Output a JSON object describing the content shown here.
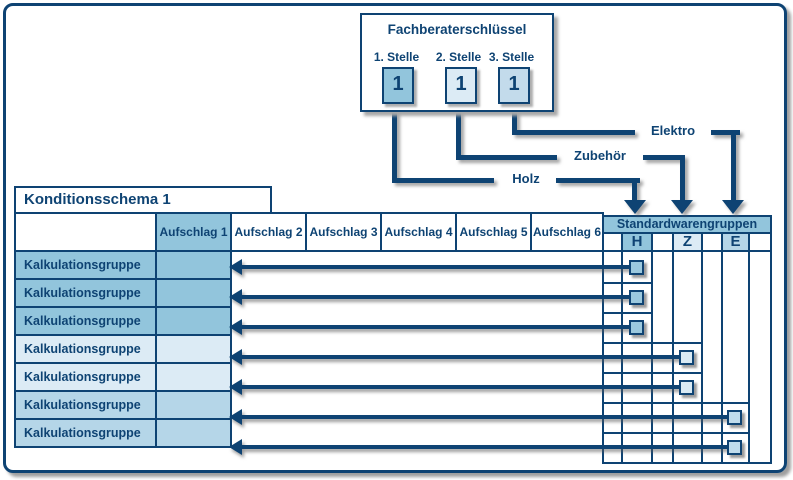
{
  "colors": {
    "navy": "#0e4373",
    "group_h_fill": "#92c5dc",
    "group_z_fill": "#dcebf5",
    "group_e_fill": "#b5d6e8"
  },
  "key_box": {
    "title": "Fachberaterschlüssel",
    "digits": [
      {
        "label": "1. Stelle",
        "value": "1"
      },
      {
        "label": "2. Stelle",
        "value": "1"
      },
      {
        "label": "3. Stelle",
        "value": "1"
      }
    ]
  },
  "branches": [
    {
      "name": "Holz"
    },
    {
      "name": "Zubehör"
    },
    {
      "name": "Elektro"
    }
  ],
  "table": {
    "title": "Konditionsschema 1",
    "columns": [
      "Aufschlag 1",
      "Aufschlag 2",
      "Aufschlag 3",
      "Aufschlag 4",
      "Aufschlag 5",
      "Aufschlag 6"
    ],
    "group_header": "Standardwarengruppen",
    "group_columns": [
      "H",
      "Z",
      "E"
    ],
    "rows": [
      {
        "label": "Kalkulationsgruppe",
        "group": "H"
      },
      {
        "label": "Kalkulationsgruppe",
        "group": "H"
      },
      {
        "label": "Kalkulationsgruppe",
        "group": "H"
      },
      {
        "label": "Kalkulationsgruppe",
        "group": "Z"
      },
      {
        "label": "Kalkulationsgruppe",
        "group": "Z"
      },
      {
        "label": "Kalkulationsgruppe",
        "group": "E"
      },
      {
        "label": "Kalkulationsgruppe",
        "group": "E"
      }
    ]
  }
}
